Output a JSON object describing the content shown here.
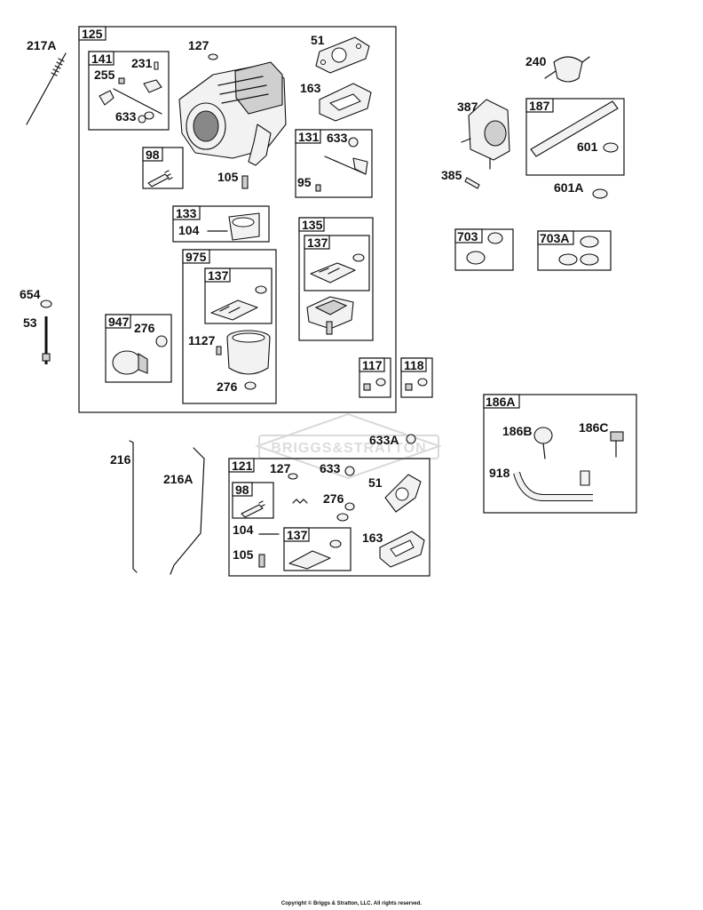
{
  "diagram": {
    "group_tags": {
      "g125": "125",
      "g141": "141",
      "g98": "98",
      "g133": "133",
      "g131": "131",
      "g135": "135",
      "g137a": "137",
      "g975": "975",
      "g137b": "137",
      "g947": "947",
      "g117": "117",
      "g118": "118",
      "g187": "187",
      "g703": "703",
      "g703A": "703A",
      "g186A": "186A",
      "g121": "121",
      "g98b": "98",
      "g137c": "137"
    },
    "part_labels": {
      "p217A": "217A",
      "p127": "127",
      "p51": "51",
      "p163": "163",
      "p255": "255",
      "p231": "231",
      "p633a": "633",
      "p633b": "633",
      "p95": "95",
      "p105": "105",
      "p104": "104",
      "p1127": "1127",
      "p276a": "276",
      "p276b": "276",
      "p654": "654",
      "p53": "53",
      "p240": "240",
      "p387": "387",
      "p385": "385",
      "p601": "601",
      "p601A": "601A",
      "p186B": "186B",
      "p186C": "186C",
      "p918": "918",
      "p216": "216",
      "p216A": "216A",
      "p633A": "633A",
      "p127b": "127",
      "p633c": "633",
      "p51b": "51",
      "p276c": "276",
      "p104b": "104",
      "p105b": "105",
      "p163b": "163"
    },
    "watermark": "BRIGGS&STRATTON",
    "copyright": "Copyright © Briggs & Stratton, LLC. All rights reserved."
  }
}
